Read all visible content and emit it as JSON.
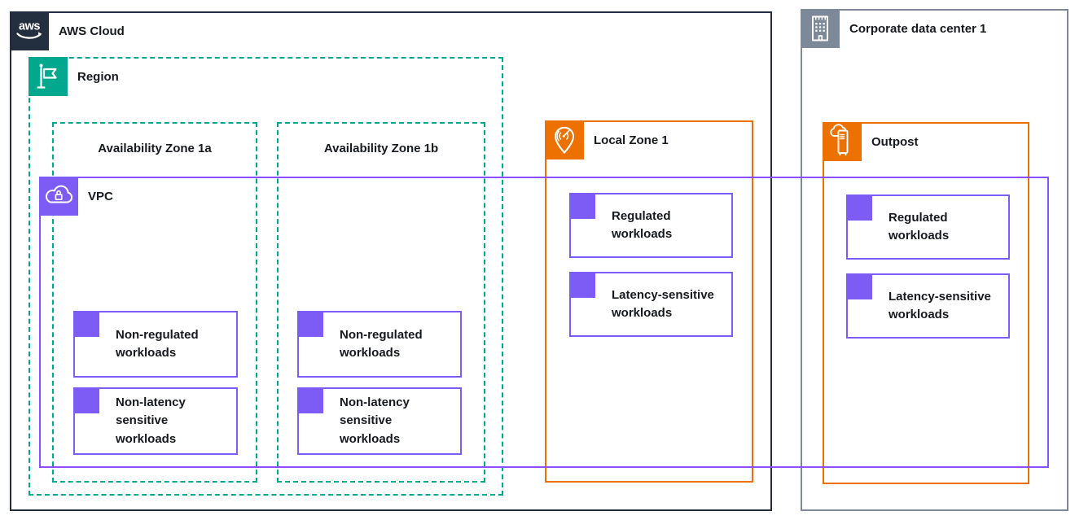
{
  "colors": {
    "dark_navy": "#232F3E",
    "teal": "#01A88D",
    "orange": "#ED7100",
    "purple": "#8C4FFF",
    "purple_fill": "#7D5CF5",
    "gray": "#7D8998",
    "text": "#16191F"
  },
  "aws_cloud": {
    "label": "AWS Cloud"
  },
  "region": {
    "label": "Region"
  },
  "availability_zone_1a": {
    "label": "Availability Zone 1a",
    "workloads": [
      "Non-regulated workloads",
      "Non-latency sensitive workloads"
    ]
  },
  "availability_zone_1b": {
    "label": "Availability Zone 1b",
    "workloads": [
      "Non-regulated workloads",
      "Non-latency sensitive workloads"
    ]
  },
  "vpc": {
    "label": "VPC"
  },
  "local_zone_1": {
    "label": "Local Zone 1",
    "workloads": [
      "Regulated workloads",
      "Latency-sensitive workloads"
    ]
  },
  "corporate_data_center": {
    "label": "Corporate data center 1"
  },
  "outpost": {
    "label": "Outpost",
    "workloads": [
      "Regulated workloads",
      "Latency-sensitive workloads"
    ]
  }
}
